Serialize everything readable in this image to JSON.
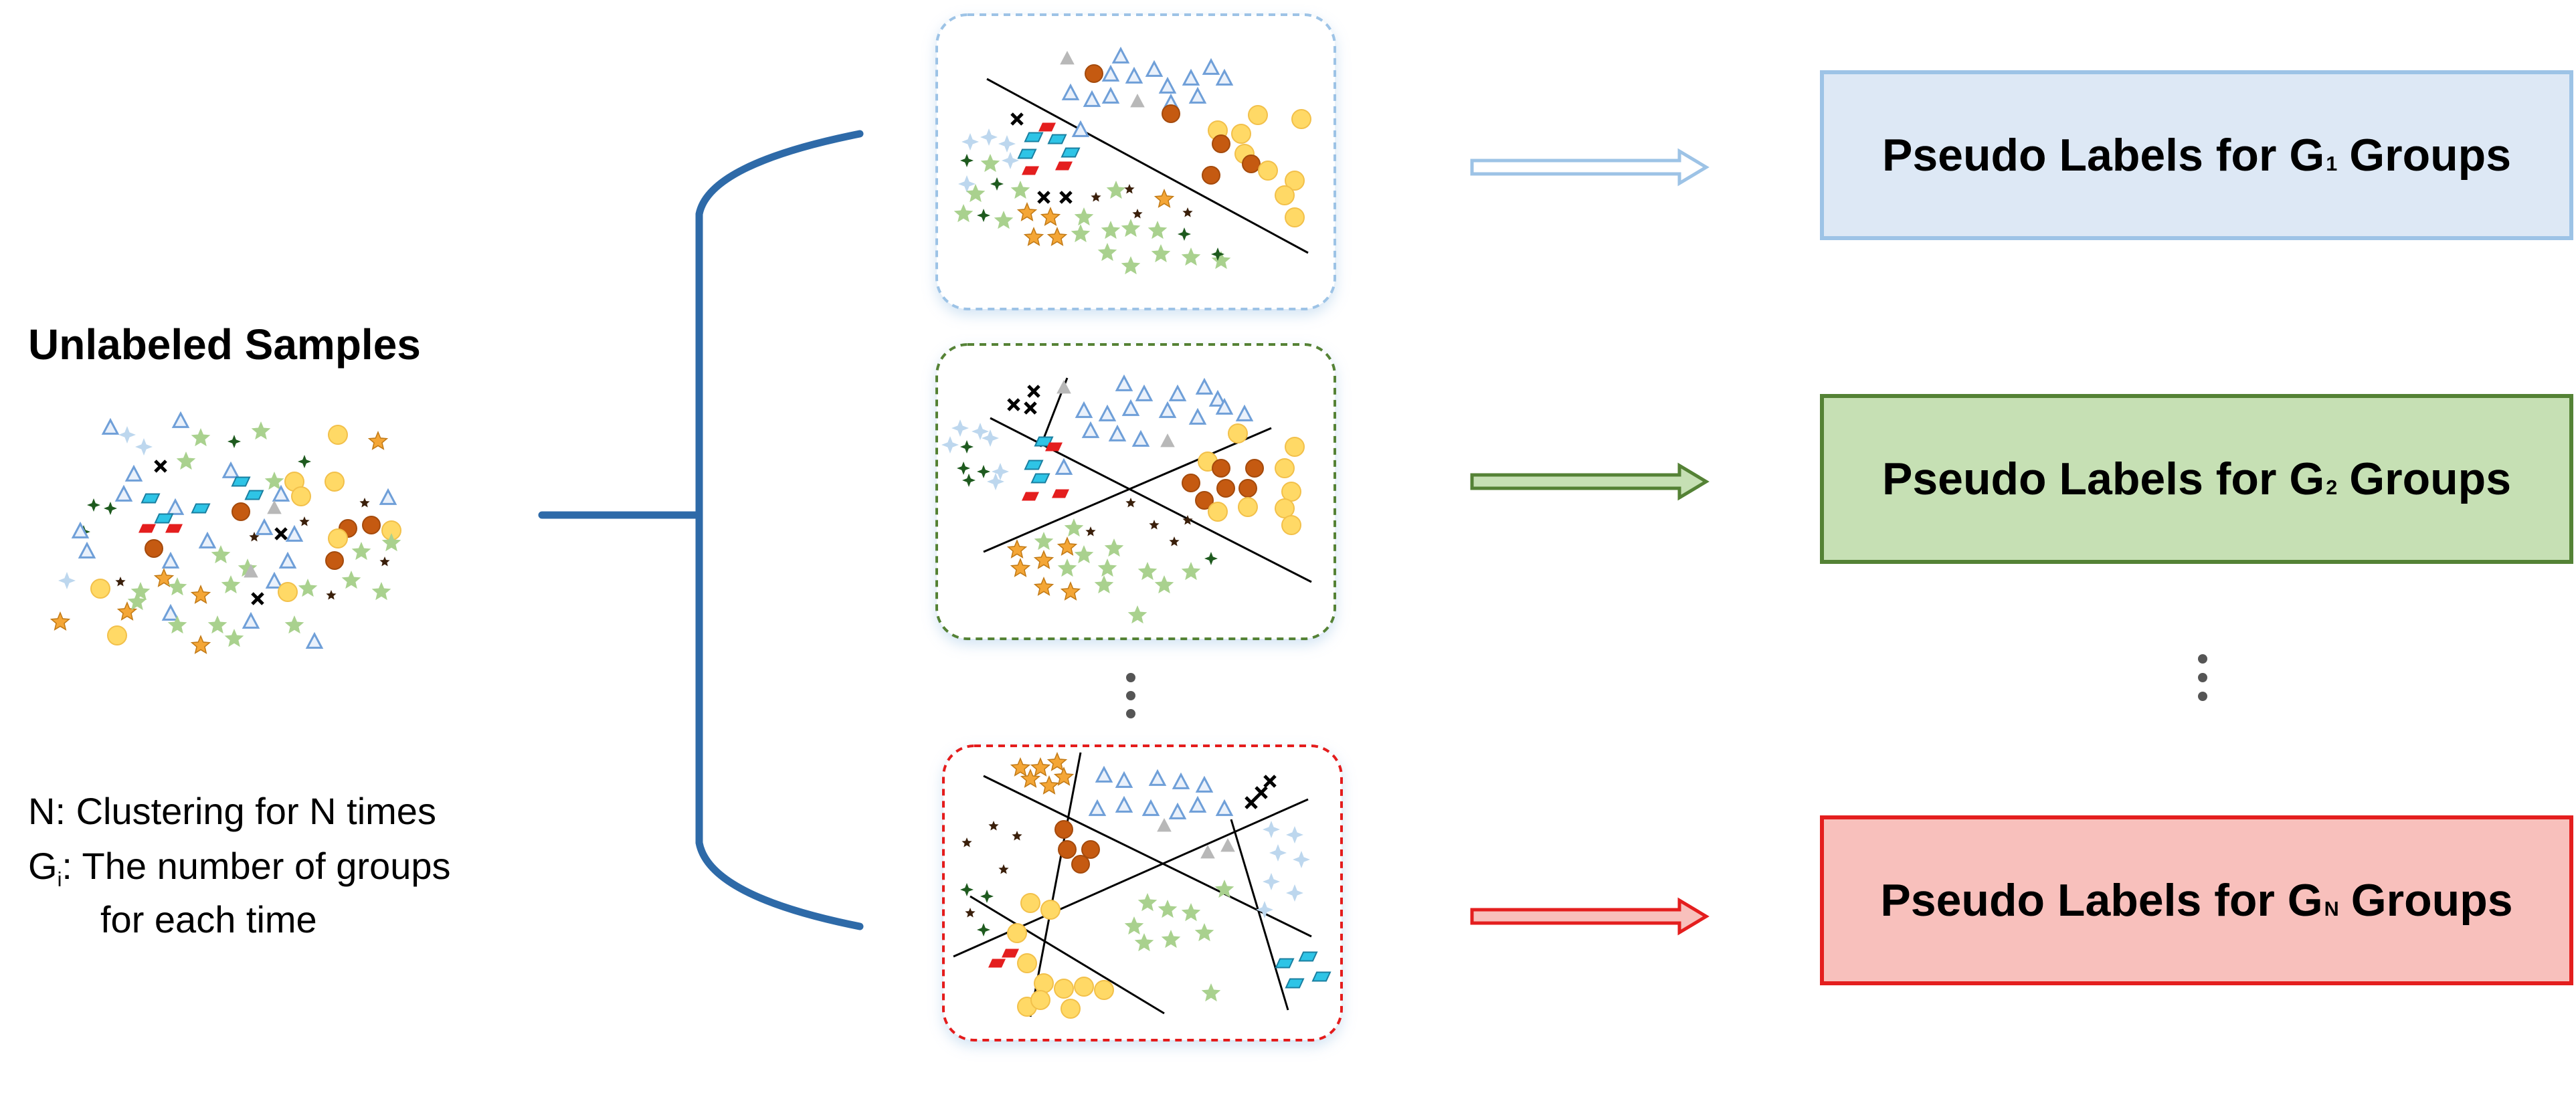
{
  "title": "Unlabeled Samples",
  "legend": {
    "n_term": "N",
    "n_desc": ": Clustering for N times",
    "g_term": "G",
    "g_sub": "i",
    "g_desc_1": ": The number of groups",
    "g_desc_2": "for each time"
  },
  "labels": [
    {
      "prefix": "Pseudo Labels for G",
      "sub": "1",
      "suffix": "Groups"
    },
    {
      "prefix": "Pseudo Labels for G",
      "sub": "2",
      "suffix": "Groups"
    },
    {
      "prefix": "Pseudo Labels for G",
      "sub": "N",
      "suffix": "Groups"
    }
  ],
  "colors": {
    "bracket": "#2e6aa8",
    "label_1_fill": "#dde8f5",
    "label_1_border": "#9dc3e6",
    "label_2_fill": "#c6e0b4",
    "label_2_border": "#548235",
    "label_3_fill": "#f8c0bc",
    "label_3_border": "#e41e1e",
    "arrow_1": "#9dc3e6",
    "arrow_2": "#548235",
    "arrow_3": "#e41e1e",
    "panel_1_border": "#9dc3e6",
    "panel_2_border": "#548235",
    "panel_3_border": "#e41e1e",
    "triangle": "#6f9fd8",
    "circle_brown": "#c55a11",
    "circle_yellow": "#ffd966",
    "star_orange": "#f4a636",
    "star_green": "#a9d18e",
    "star_dark": "#3a1f0a",
    "sparkle_blue": "#bdd7ee",
    "square_red": "#e41e1e",
    "square_cyan": "#2ec4e6",
    "cross": "#000000",
    "gray_triangle": "#b8b8b8"
  }
}
